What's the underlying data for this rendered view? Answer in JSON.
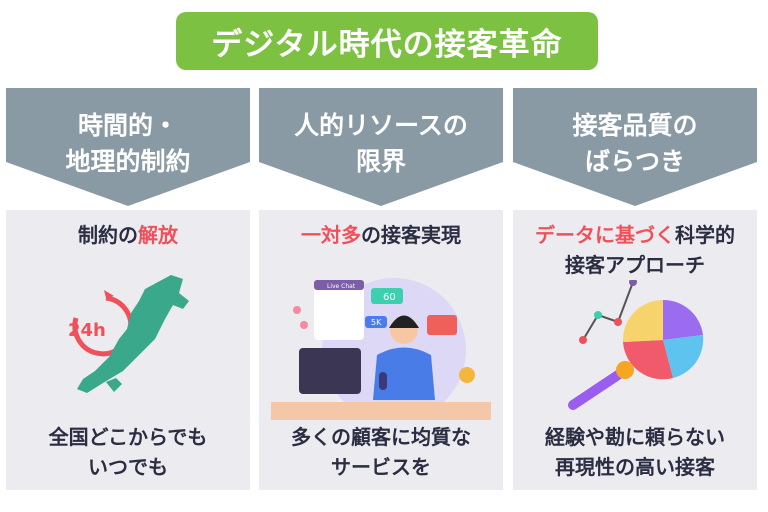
{
  "title": "デジタル時代の接客革命",
  "columns": [
    {
      "header_lines": [
        "時間的・",
        "地理的制約"
      ],
      "heading_plain": "制約の",
      "heading_accent": "解放",
      "heading_accent_first": false,
      "footer_lines": [
        "全国どこからでも",
        "いつでも"
      ],
      "badge": "24h"
    },
    {
      "header_lines": [
        "人的リソースの",
        "限界"
      ],
      "heading_accent": "一対多",
      "heading_plain": "の接客実現",
      "heading_accent_first": true,
      "footer_lines": [
        "多くの顧客に均質な",
        "サービスを"
      ],
      "chat_label": "Live Chat",
      "chat_count": "60",
      "likes": "5K"
    },
    {
      "header_lines": [
        "接客品質の",
        "ばらつき"
      ],
      "heading_accent": "データに基づく",
      "heading_plain": "科学的",
      "heading_line2": "接客アプローチ",
      "footer_lines": [
        "経験や勘に頼らない",
        "再現性の高い接客"
      ]
    }
  ],
  "colors": {
    "green": "#7dc142",
    "chevron": "#8a9aa5",
    "panel": "#ebebf0",
    "accent": "#f0505a"
  }
}
